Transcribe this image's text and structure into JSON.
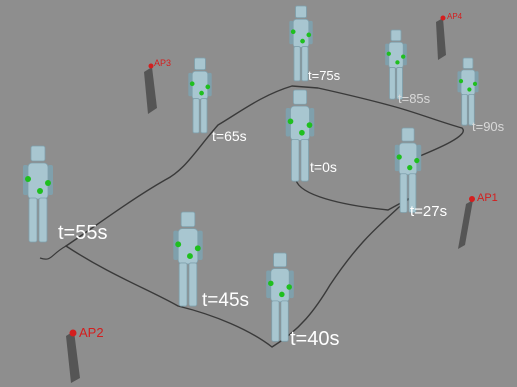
{
  "colors": {
    "background": "#8e8e8e",
    "path": "#3a3a3a",
    "figure": "#a8c6d0",
    "figure_shade": "#7fa0ac",
    "sensor": "#1fbf1f",
    "access_point": "#d41e1e",
    "antenna": "#555555",
    "label_bright": "#ffffff",
    "label_dim": "#d8d8d8"
  },
  "access_points": [
    {
      "name": "AP1"
    },
    {
      "name": "AP2"
    },
    {
      "name": "AP3"
    },
    {
      "name": "AP4"
    }
  ],
  "time_labels": [
    "t=0s",
    "t=27s",
    "t=40s",
    "t=45s",
    "t=55s",
    "t=65s",
    "t=75s",
    "t=85s",
    "t=90s"
  ]
}
